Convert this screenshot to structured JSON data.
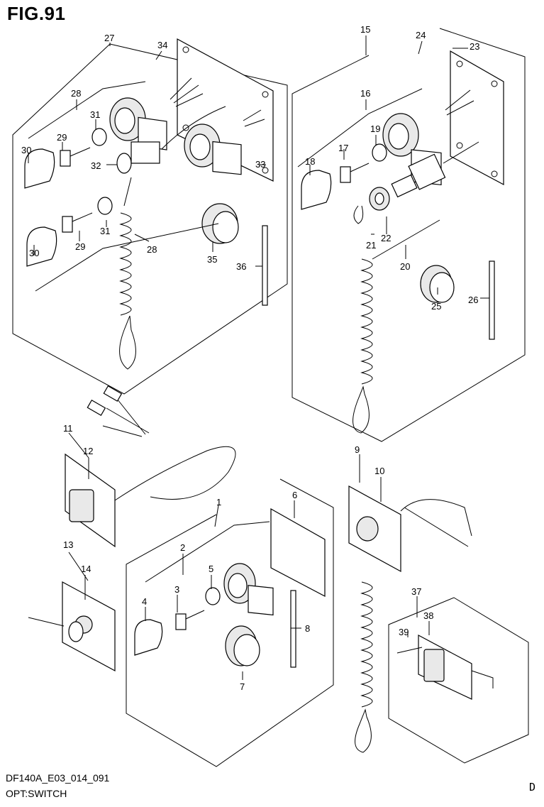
{
  "figure": {
    "title": "FIG.91"
  },
  "footer": {
    "code": "DF140A_E03_014_091",
    "caption": "OPT:SWITCH",
    "corner": "D"
  },
  "callouts": {
    "c1": "1",
    "c2": "2",
    "c3": "3",
    "c4": "4",
    "c5": "5",
    "c6": "6",
    "c7": "7",
    "c8": "8",
    "c9": "9",
    "c10": "10",
    "c11": "11",
    "c12": "12",
    "c13": "13",
    "c14": "14",
    "c15": "15",
    "c16": "16",
    "c17": "17",
    "c18": "18",
    "c19": "19",
    "c20": "20",
    "c21": "21",
    "c22": "22",
    "c23": "23",
    "c24": "24",
    "c25": "25",
    "c26": "26",
    "c27": "27",
    "c28": "28",
    "c29": "29",
    "c30": "30",
    "c31": "31",
    "c32": "32",
    "c33": "33",
    "c34": "34",
    "c35": "35",
    "c36": "36",
    "c37": "37",
    "c38": "38",
    "c39": "39",
    "c28b": "28",
    "c29b": "29",
    "c30b": "30",
    "c31b": "31"
  }
}
